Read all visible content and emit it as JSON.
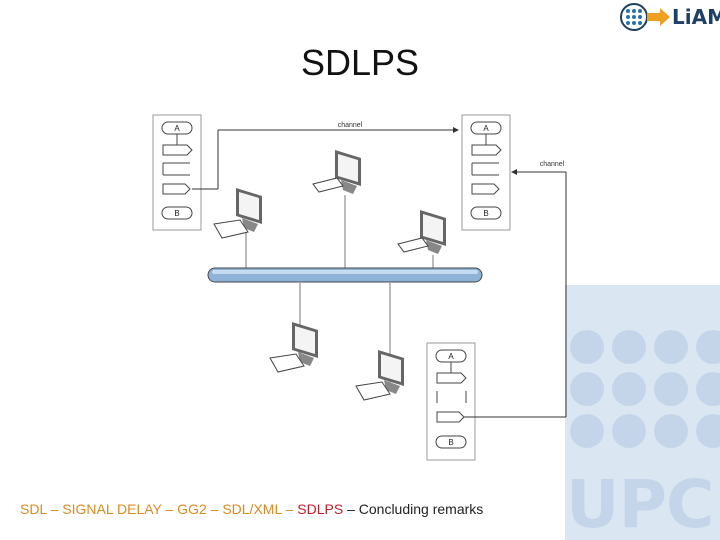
{
  "logo": {
    "text": "LiAM",
    "icon": "liam-dots-arrow-logo"
  },
  "slide": {
    "title": "SDLPS"
  },
  "diagram": {
    "channel_label_top": "channel",
    "channel_label_right": "channel",
    "process_top_left": {
      "state_a": "A",
      "state_b": "B"
    },
    "process_top_right": {
      "state_a": "A",
      "state_b": "B"
    },
    "process_bottom": {
      "state_a": "A",
      "state_b": "B"
    },
    "workstation_count": 5,
    "network": "bus"
  },
  "footer": {
    "segments": [
      {
        "text": "SDL – SIGNAL DELAY – GG2 – SDL/XML – ",
        "color": "#d98b20"
      },
      {
        "text": "SDLPS",
        "color": "#c0202a"
      },
      {
        "text": " – Concluding remarks",
        "color": "#222222"
      }
    ]
  },
  "watermark": {
    "text": "UPC"
  }
}
